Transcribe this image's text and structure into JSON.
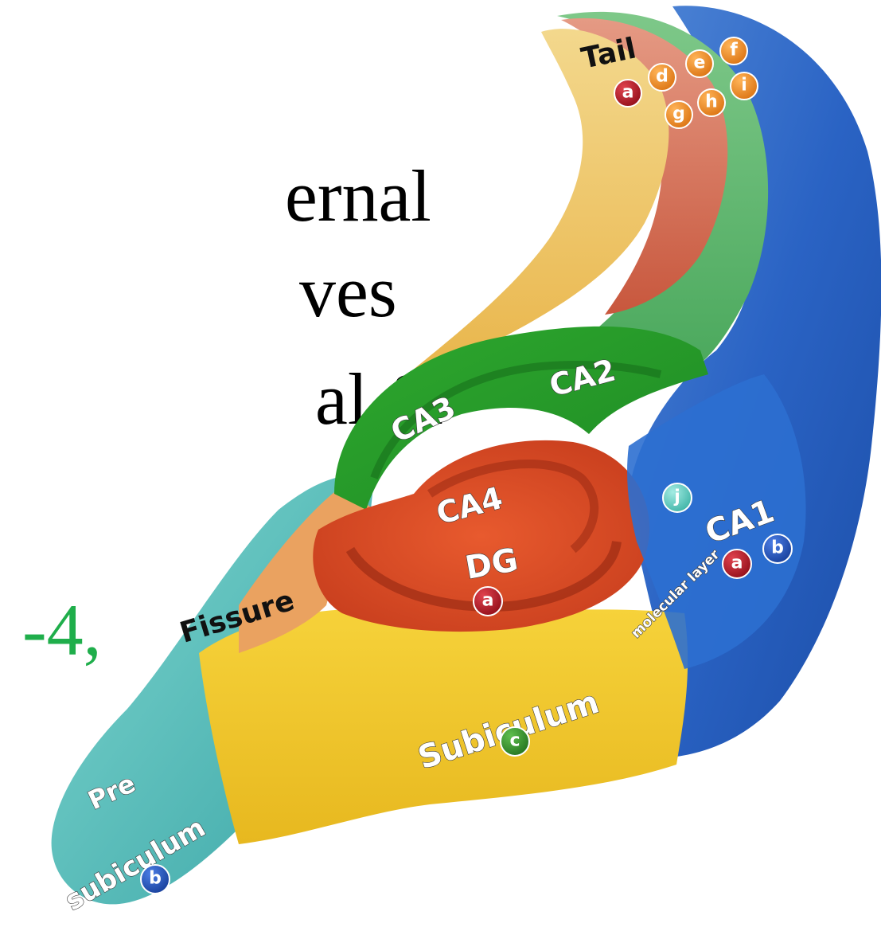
{
  "side_text": {
    "line1": "ernal",
    "line2": "ves",
    "line3": "al &",
    "line4": "-4,"
  },
  "regions": {
    "tail": "Tail",
    "ca3": "CA3",
    "ca2": "CA2",
    "ca4": "CA4",
    "ca1": "CA1",
    "dg": "DG",
    "fissure": "Fissure",
    "molecular_layer": "molecular layer",
    "subiculum": "Subiculum",
    "presubiculum_line1": "Pre",
    "presubiculum_line2": "subiculum"
  },
  "badges": {
    "tail_a": "a",
    "tail_d": "d",
    "tail_e": "e",
    "tail_f": "f",
    "tail_g": "g",
    "tail_h": "h",
    "tail_i": "i",
    "molecular_j": "j",
    "ca1_a": "a",
    "ca1_b": "b",
    "dg_a": "a",
    "subiculum_c": "c",
    "presubiculum_b": "b"
  },
  "colors": {
    "badge_red": "#b3121f",
    "badge_orange": "#f08a1c",
    "badge_blue": "#1e4fb8",
    "badge_green": "#2f8f2a",
    "badge_teal": "#5fcfc0",
    "green_text": "#1fae4b"
  }
}
